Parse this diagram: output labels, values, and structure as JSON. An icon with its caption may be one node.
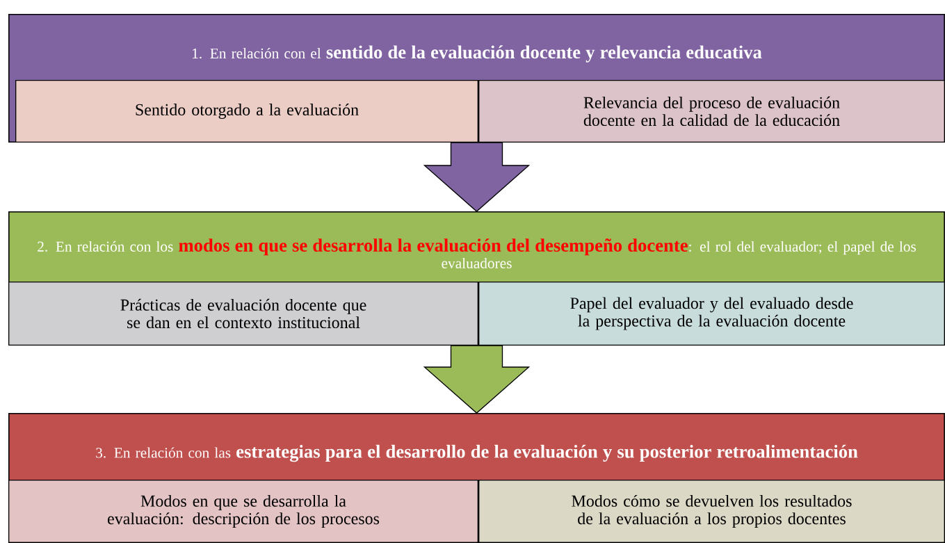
{
  "diagram": {
    "nodes": [
      {
        "text": [
          "1. En relación con el **sentido de la evaluación docente  y relevancia educativa**"
        ]
      },
      {
        "text": [
          "Sentido otorgado a la evaluación"
        ],
        "in": 0
      },
      {
        "text": [
          "Relevancia del proceso de evaluación docente en la calidad de la educación"
        ],
        "in": 0
      },
      {
        "text": [
          "2. En relación con los **modos en que se desarrolla la evaluación del desempeño docente**: el rol del evaluador; el papel de los evaluadores"
        ]
      },
      {
        "text": [
          "Prácticas de evaluación docente que se dan en el contexto institucional"
        ],
        "in": 3
      },
      {
        "text": [
          "Papel del evaluador y del evaluado desde la perspectiva de la evaluación docente"
        ],
        "in": 3
      },
      {
        "text": [
          "3. En relación con las **estrategias para el desarrollo de la evaluación y su posterior retroalimentación**"
        ]
      },
      {
        "text": [
          "Modos en que se desarrolla la evaluación: descripción de los procesos"
        ],
        "in": 6
      },
      {
        "text": [
          "Modos cómo se devuelven los resultados de la evaluación a los propios docentes"
        ],
        "in": 6
      }
    ],
    "edges": [
      {
        "from": 0,
        "to": 3,
        "arrow": "to"
      },
      {
        "from": 3,
        "to": 6,
        "arrow": "to"
      }
    ]
  }
}
